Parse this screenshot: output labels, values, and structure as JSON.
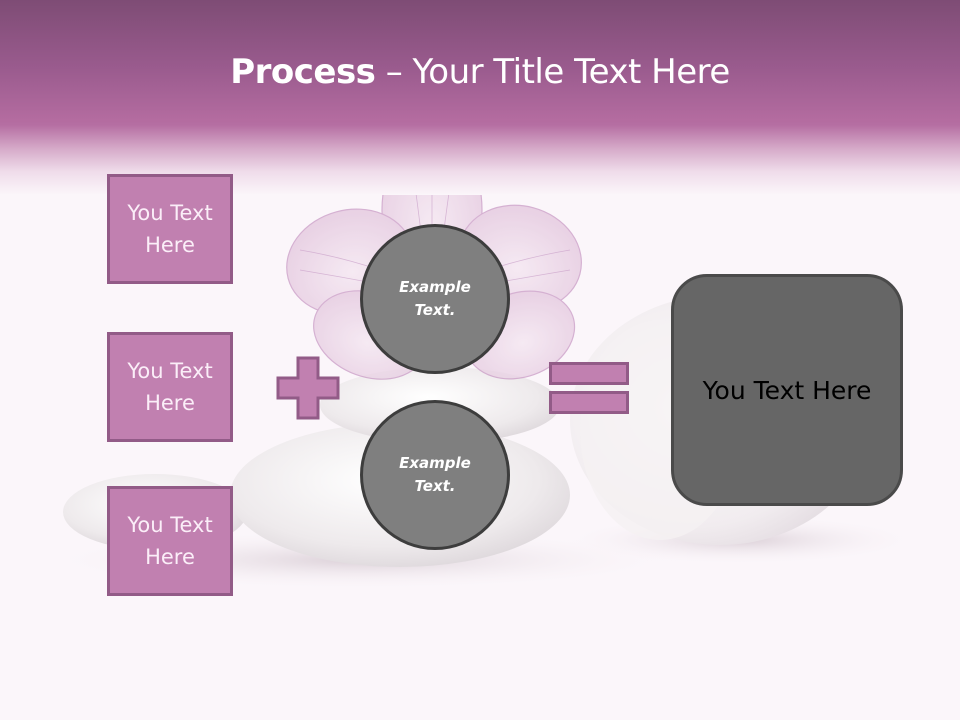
{
  "slide": {
    "title_bold": "Process",
    "title_rest": " – Your Title Text Here",
    "left_boxes": [
      {
        "label": "You Text Here"
      },
      {
        "label": "You Text Here"
      },
      {
        "label": "You Text Here"
      }
    ],
    "circles": [
      {
        "label": "Example Text."
      },
      {
        "label": "Example Text."
      }
    ],
    "operators": {
      "plus": "plus-icon",
      "equals": "equals-icon"
    },
    "result_box": {
      "label": "You Text Here"
    },
    "colors": {
      "header_top": "#7e4c75",
      "header_bottom": "#b56ea2",
      "box_fill": "#c180b0",
      "box_border": "#925b87",
      "circle_fill": "#7f7f7f",
      "circle_border": "#3d3d3d",
      "result_fill": "#666666",
      "background": "#fbf6fa"
    }
  }
}
